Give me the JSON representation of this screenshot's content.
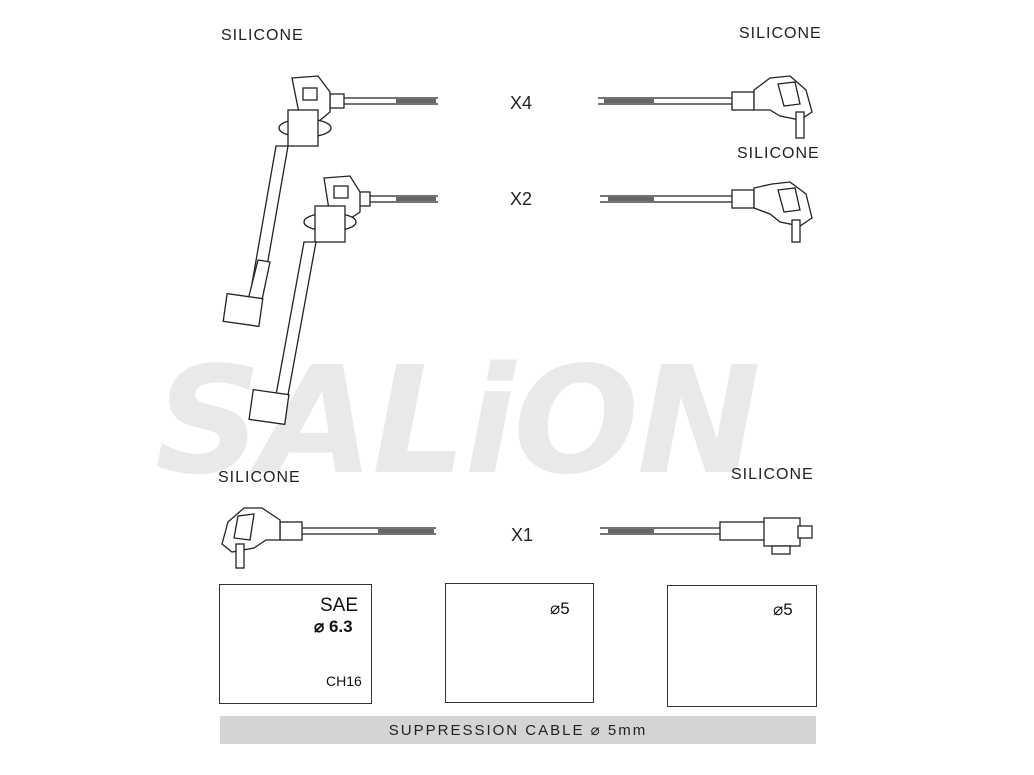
{
  "watermark": {
    "brand": "SALiON"
  },
  "labels": {
    "top_left": "SILICONE",
    "top_right": "SILICONE",
    "mid_right": "SILICONE",
    "bottom_left": "SILICONE",
    "bottom_right": "SILICONE"
  },
  "quantities": {
    "row1": "X4",
    "row2": "X2",
    "row3": "X1"
  },
  "boxes": {
    "spark_plug": {
      "sae": "SAE",
      "diameter": "⌀ 6.3",
      "code": "CH16"
    },
    "distributor_male": {
      "diameter": "⌀5"
    },
    "distributor_female": {
      "diameter": "⌀5"
    }
  },
  "footer": {
    "text": "SUPPRESSION CABLE   ⌀   5mm"
  }
}
